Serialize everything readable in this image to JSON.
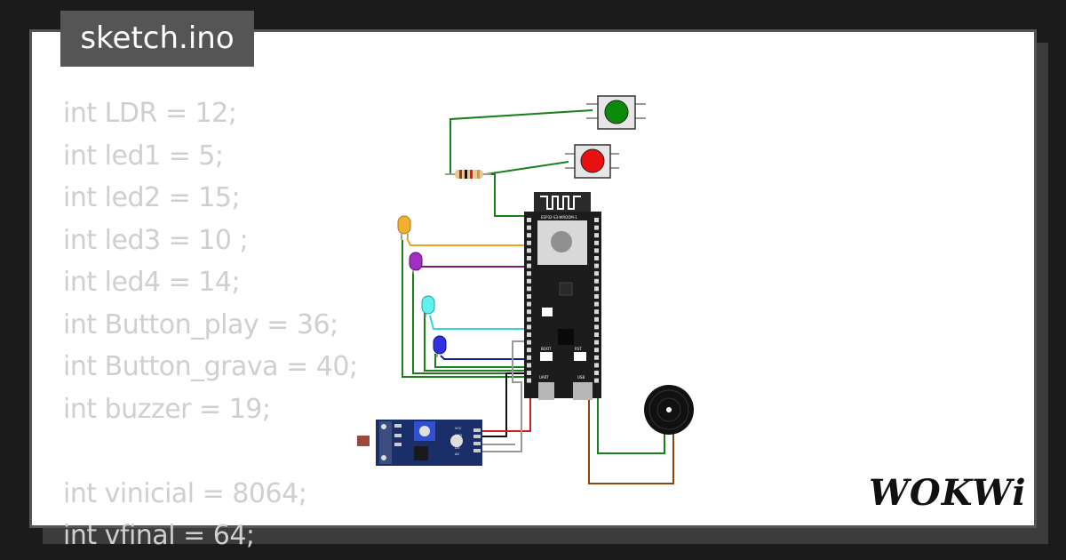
{
  "file_tab": {
    "title": "sketch.ino"
  },
  "code_lines": [
    "int LDR = 12;",
    "int led1 = 5;",
    "int led2 = 15;",
    "int led3 = 10 ;",
    "int led4 = 14;",
    "int Button_play = 36;",
    "int Button_grava = 40;",
    "int buzzer = 19;",
    "",
    "int vinicial = 8064;",
    "int vfinal = 64;"
  ],
  "board": {
    "module_label": "ESP32-S3-WROOM-1",
    "boot_label": "BOOT",
    "reset_label": "RST",
    "uart_label": "UART",
    "usb_label": "USB"
  },
  "ldr_module": {
    "pin_labels": [
      "VCC",
      "GND",
      "DO",
      "AO"
    ]
  },
  "colors": {
    "wire_green": "#1a7f1a",
    "wire_orange": "#e8a418",
    "wire_purple": "#7b1a7b",
    "wire_cyan": "#30d8d8",
    "wire_blue": "#1a1aa8",
    "wire_red": "#d81a1a",
    "wire_brown": "#8b4513",
    "wire_black": "#111111",
    "button_green": "#0a8a0a",
    "button_red": "#e81010",
    "led_yellow": "#f0b030",
    "led_purple": "#a030c0",
    "led_cyan": "#60f0f0",
    "led_blue": "#3030e0"
  },
  "brand": {
    "logo": "WOKWi"
  }
}
